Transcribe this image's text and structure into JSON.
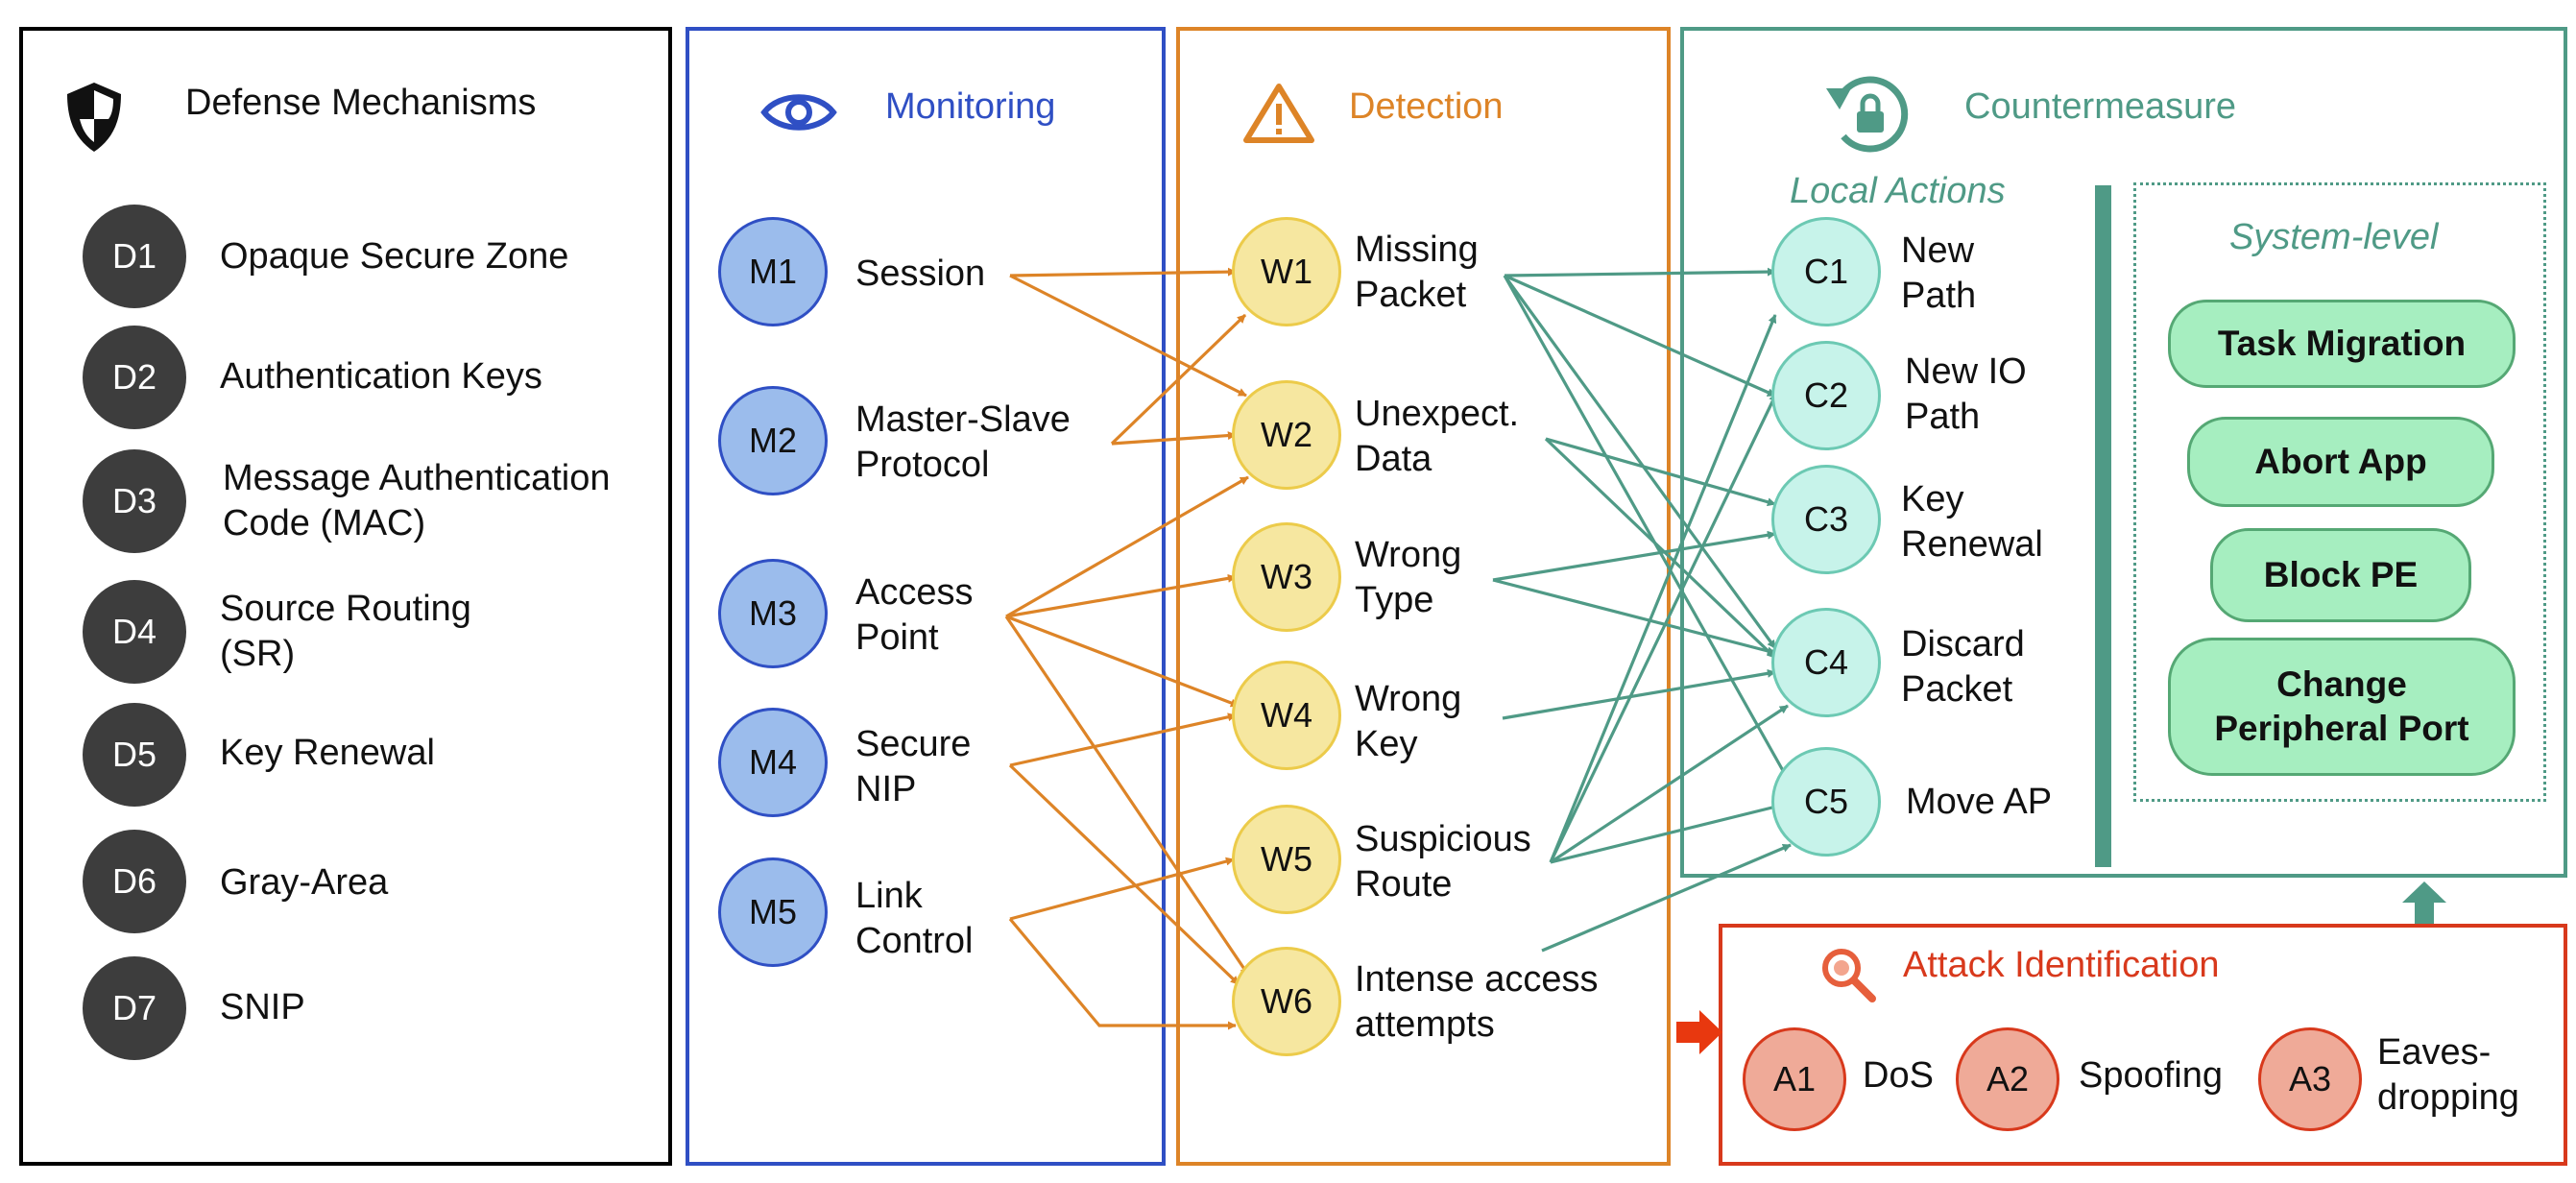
{
  "colors": {
    "defense": "#000000",
    "monitoring": "#2f4fc4",
    "detection": "#dd8427",
    "countermeasure": "#4f9a86",
    "attack": "#d8391c",
    "green_pill": "#a6eec0"
  },
  "icons": {
    "defense": "shield-icon",
    "monitoring": "eye-icon",
    "detection": "warning-icon",
    "countermeasure": "rotate-lock-icon",
    "attack": "magnifier-icon"
  },
  "defense": {
    "title": "Defense Mechanisms",
    "items": [
      {
        "id": "D1",
        "label": "Opaque Secure Zone"
      },
      {
        "id": "D2",
        "label": "Authentication Keys"
      },
      {
        "id": "D3",
        "label": "Message Authentication\nCode (MAC)"
      },
      {
        "id": "D4",
        "label": "Source Routing\n(SR)"
      },
      {
        "id": "D5",
        "label": "Key Renewal"
      },
      {
        "id": "D6",
        "label": "Gray-Area"
      },
      {
        "id": "D7",
        "label": "SNIP"
      }
    ]
  },
  "monitoring": {
    "title": "Monitoring",
    "items": [
      {
        "id": "M1",
        "label": "Session"
      },
      {
        "id": "M2",
        "label": "Master-Slave\nProtocol"
      },
      {
        "id": "M3",
        "label": "Access\nPoint"
      },
      {
        "id": "M4",
        "label": "Secure\nNIP"
      },
      {
        "id": "M5",
        "label": "Link\nControl"
      }
    ]
  },
  "detection": {
    "title": "Detection",
    "items": [
      {
        "id": "W1",
        "label": "Missing\nPacket"
      },
      {
        "id": "W2",
        "label": "Unexpect.\nData"
      },
      {
        "id": "W3",
        "label": "Wrong\nType"
      },
      {
        "id": "W4",
        "label": "Wrong\nKey"
      },
      {
        "id": "W5",
        "label": "Suspicious\nRoute"
      },
      {
        "id": "W6",
        "label": "Intense access\nattempts"
      }
    ]
  },
  "countermeasure": {
    "title": "Countermeasure",
    "local_title": "Local Actions",
    "system_title": "System-level",
    "items": [
      {
        "id": "C1",
        "label": "New\nPath"
      },
      {
        "id": "C2",
        "label": "New IO\nPath"
      },
      {
        "id": "C3",
        "label": "Key\nRenewal"
      },
      {
        "id": "C4",
        "label": "Discard\nPacket"
      },
      {
        "id": "C5",
        "label": "Move AP"
      }
    ],
    "system_actions": [
      {
        "label": "Task Migration"
      },
      {
        "label": "Abort App"
      },
      {
        "label": "Block PE"
      },
      {
        "label": "Change\nPeripheral Port"
      }
    ]
  },
  "attack": {
    "title": "Attack Identification",
    "items": [
      {
        "id": "A1",
        "label": "DoS"
      },
      {
        "id": "A2",
        "label": "Spoofing"
      },
      {
        "id": "A3",
        "label": "Eaves-\ndropping"
      }
    ]
  },
  "edges": {
    "monitoring_to_detection": [
      [
        "M1",
        "W1"
      ],
      [
        "M1",
        "W2"
      ],
      [
        "M2",
        "W1"
      ],
      [
        "M2",
        "W2"
      ],
      [
        "M3",
        "W2"
      ],
      [
        "M3",
        "W3"
      ],
      [
        "M3",
        "W4"
      ],
      [
        "M3",
        "W6"
      ],
      [
        "M4",
        "W4"
      ],
      [
        "M4",
        "W6"
      ],
      [
        "M5",
        "W5"
      ],
      [
        "M5",
        "W6"
      ]
    ],
    "detection_to_countermeasure": [
      [
        "W1",
        "C1"
      ],
      [
        "W1",
        "C2"
      ],
      [
        "W1",
        "C4"
      ],
      [
        "W1",
        "C5"
      ],
      [
        "W2",
        "C3"
      ],
      [
        "W2",
        "C4"
      ],
      [
        "W3",
        "C3"
      ],
      [
        "W3",
        "C4"
      ],
      [
        "W4",
        "C4"
      ],
      [
        "W5",
        "C1"
      ],
      [
        "W5",
        "C2"
      ],
      [
        "W5",
        "C4"
      ],
      [
        "W5",
        "C5"
      ],
      [
        "W6",
        "C5"
      ]
    ]
  }
}
